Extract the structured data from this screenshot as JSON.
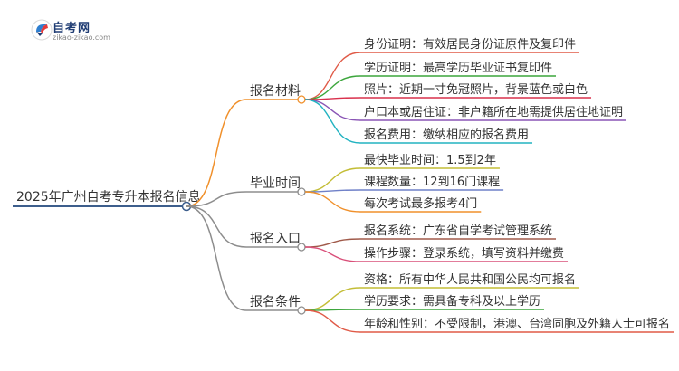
{
  "logo": {
    "name": "自考网",
    "url": "zikao-zikao.com"
  },
  "mindmap": {
    "root": "2025年广州自考专升本报名信息",
    "branches": [
      {
        "label": "报名材料",
        "color": "#f0902b",
        "children": [
          {
            "text": "身份证明：有效居民身份证原件及复印件",
            "color": "#e05a47"
          },
          {
            "text": "学历证明：最高学历毕业证书复印件",
            "color": "#3ca63c"
          },
          {
            "text": "照片：近期一寸免冠照片，背景蓝色或白色",
            "color": "#d9304c"
          },
          {
            "text": "户口本或居住证：非户籍所在地需提供居住地证明",
            "color": "#8a55b5"
          },
          {
            "text": "报名费用：缴纳相应的报名费用",
            "color": "#22b3c1"
          }
        ]
      },
      {
        "label": "毕业时间",
        "color": "#8d8d8d",
        "children": [
          {
            "text": "最快毕业时间：1.5到2年",
            "color": "#c3bd36"
          },
          {
            "text": "课程数量：12到16门课程",
            "color": "#6f80c8"
          },
          {
            "text": "每次考试最多报考4门",
            "color": "#f0902b"
          }
        ]
      },
      {
        "label": "报名入口",
        "color": "#8d8d8d",
        "children": [
          {
            "text": "报名系统：广东省自学考试管理系统",
            "color": "#a05a4a"
          },
          {
            "text": "操作步骤：登录系统，填写资料并缴费",
            "color": "#d9507a"
          }
        ]
      },
      {
        "label": "报名条件",
        "color": "#8d8d8d",
        "children": [
          {
            "text": "资格：所有中华人民共和国公民均可报名",
            "color": "#c3bd36"
          },
          {
            "text": "学历要求：需具备专科及以上学历",
            "color": "#3ca63c"
          },
          {
            "text": "年龄和性别：不受限制，港澳、台湾同胞及外籍人士可报名",
            "color": "#e05a47"
          }
        ]
      }
    ]
  },
  "colors": {
    "root_underline": "#3d5e8c",
    "text": "#333333"
  }
}
